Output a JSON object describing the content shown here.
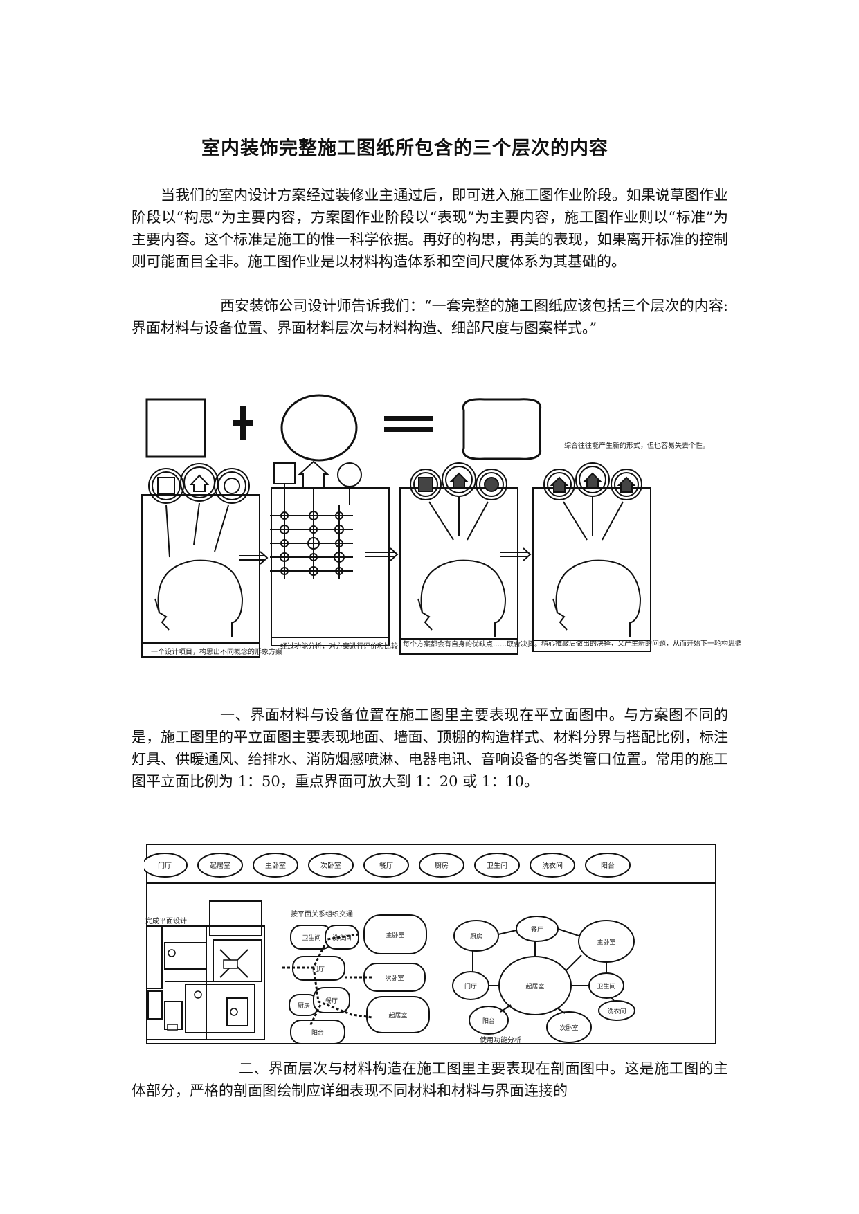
{
  "document": {
    "title": "室内装饰完整施工图纸所包含的三个层次的内容",
    "paragraphs": [
      "当我们的室内设计方案经过装修业主通过后，即可进入施工图作业阶段。如果说草图作业阶段以“构思”为主要内容，方案图作业阶段以“表现”为主要内容，施工图作业则以“标准”为主要内容。这个标准是施工的惟一科学依据。再好的构思，再美的表现，如果离开标准的控制则可能面目全非。施工图作业是以材料构造体系和空间尺度体系为其基础的。",
      "西安装饰公司设计师告诉我们：“一套完整的施工图纸应该包括三个层次的内容: 界面材料与设备位置、界面材料层次与材料构造、细部尺度与图案样式。”",
      "一、界面材料与设备位置在施工图里主要表现在平立面图中。与方案图不同的是，施工图里的平立面图主要表现地面、墙面、顶棚的构造样式、材料分界与搭配比例，标注灯具、供暖通风、给排水、消防烟感喷淋、电器电讯、音响设备的各类管口位置。常用的施工图平立面比例为 1：50，重点界面可放大到 1：20 或 1：10。",
      "二、界面层次与材料构造在施工图里主要表现在剖面图中。这是施工图的主体部分，严格的剖面图绘制应详细表现不同材料和材料与界面连接的"
    ]
  },
  "figure1": {
    "top_note": "综合往往能产生新的形式，但也容易失去个性。",
    "captions": [
      "一个设计项目，构思出不同概念的形象方案",
      "经过功能分析，对方案进行评价和比较",
      "每个方案都会有自身的优缺点……取舍决择。",
      "精心推敲后做出的决择，又产生新的问题，从而开始下一轮构思循环。"
    ]
  },
  "figure2": {
    "room_row": [
      "门厅",
      "起居室",
      "主卧室",
      "次卧室",
      "餐厅",
      "厨房",
      "卫生间",
      "洗衣间",
      "阳台"
    ],
    "plan_label": "完成平面设计",
    "flow_label": "按平面关系组织交通",
    "flow_rooms": [
      "卫生间",
      "洗衣间",
      "主卧室",
      "门厅",
      "次卧室",
      "厨房",
      "餐厅",
      "起居室",
      "阳台"
    ],
    "bubble_rooms": [
      "厨房",
      "餐厅",
      "主卧室",
      "门厅",
      "起居室",
      "卫生间",
      "阳台",
      "洗衣间",
      "次卧室"
    ],
    "bubble_label": "使用功能分析"
  }
}
